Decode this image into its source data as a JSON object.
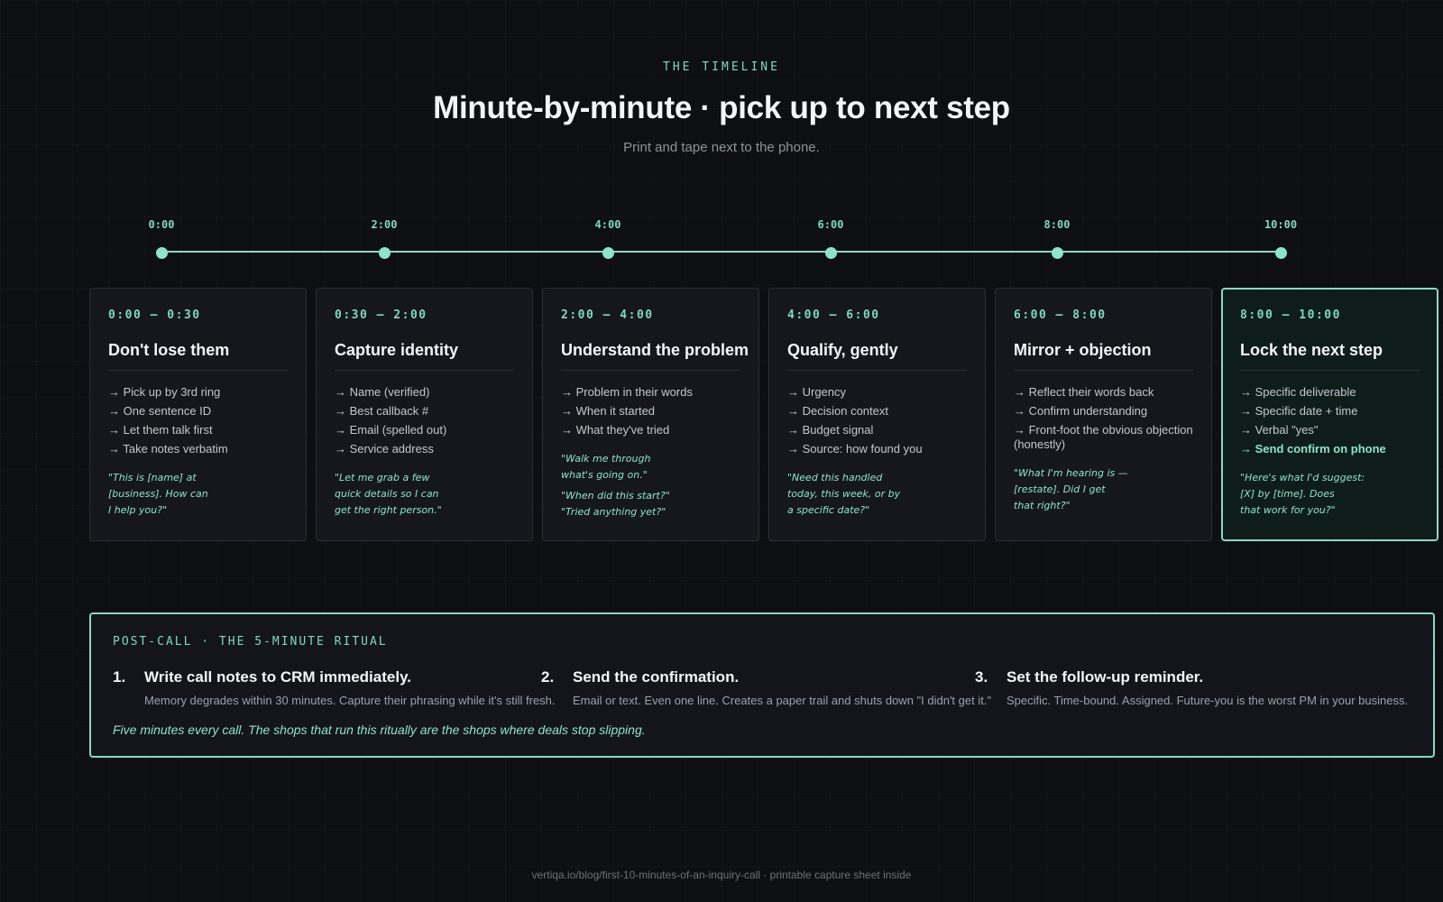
{
  "header": {
    "eyebrow": "THE TIMELINE",
    "title": "Minute-by-minute · pick up to next step",
    "subtitle": "Print and tape next to the phone."
  },
  "timeline": {
    "ticks": [
      "0:00",
      "2:00",
      "4:00",
      "6:00",
      "8:00",
      "10:00"
    ]
  },
  "cards": [
    {
      "time": "0:00 – 0:30",
      "title": "Don't lose them",
      "items": [
        "→ Pick up by 3rd ring",
        "→ One sentence ID",
        "→ Let them talk first",
        "→ Take notes verbatim"
      ],
      "quotes": [
        "\"This is [name] at\n[business]. How can\nI help you?\""
      ]
    },
    {
      "time": "0:30 – 2:00",
      "title": "Capture identity",
      "items": [
        "→ Name (verified)",
        "→ Best callback #",
        "→ Email (spelled out)",
        "→ Service address"
      ],
      "quotes": [
        "\"Let me grab a few\nquick details so I can\nget the right person.\""
      ]
    },
    {
      "time": "2:00 – 4:00",
      "title": "Understand the problem",
      "items": [
        "→ Problem in their words",
        "→ When it started",
        "→ What they've tried"
      ],
      "quotes": [
        "\"Walk me through\nwhat's going on.\"",
        "\"When did this start?\"\n\"Tried anything yet?\""
      ]
    },
    {
      "time": "4:00 – 6:00",
      "title": "Qualify, gently",
      "items": [
        "→ Urgency",
        "→ Decision context",
        "→ Budget signal",
        "→ Source: how found you"
      ],
      "quotes": [
        "\"Need this handled\ntoday, this week, or by\na specific date?\""
      ]
    },
    {
      "time": "6:00 – 8:00",
      "title": "Mirror + objection",
      "items": [
        "→ Reflect their words back",
        "→ Confirm understanding",
        "→ Front-foot the obvious objection (honestly)"
      ],
      "quotes": [
        "\"What I'm hearing is —\n[restate]. Did I get\nthat right?\""
      ]
    },
    {
      "time": "8:00 – 10:00",
      "title": "Lock the next step",
      "items": [
        "→ Specific deliverable",
        "→ Specific date + time",
        "→ Verbal \"yes\""
      ],
      "strong_item": "→ Send confirm on phone",
      "quotes": [
        "\"Here's what I'd suggest:\n[X] by [time]. Does\nthat work for you?\""
      ]
    }
  ],
  "post_call": {
    "label": "POST-CALL · THE 5-MINUTE RITUAL",
    "steps": [
      {
        "num": "1.",
        "title": "Write call notes to CRM immediately.",
        "desc": "Memory degrades within 30 minutes. Capture their phrasing while it's still fresh."
      },
      {
        "num": "2.",
        "title": "Send the confirmation.",
        "desc": "Email or text. Even one line. Creates a paper trail and shuts down \"I didn't get it.\""
      },
      {
        "num": "3.",
        "title": "Set the follow-up reminder.",
        "desc": "Specific. Time-bound. Assigned. Future-you is the worst PM in your business."
      }
    ],
    "footer": "Five minutes every call. The shops that run this ritually are the shops where deals stop slipping."
  },
  "footer": "vertiqa.io/blog/first-10-minutes-of-an-inquiry-call · printable capture sheet inside"
}
